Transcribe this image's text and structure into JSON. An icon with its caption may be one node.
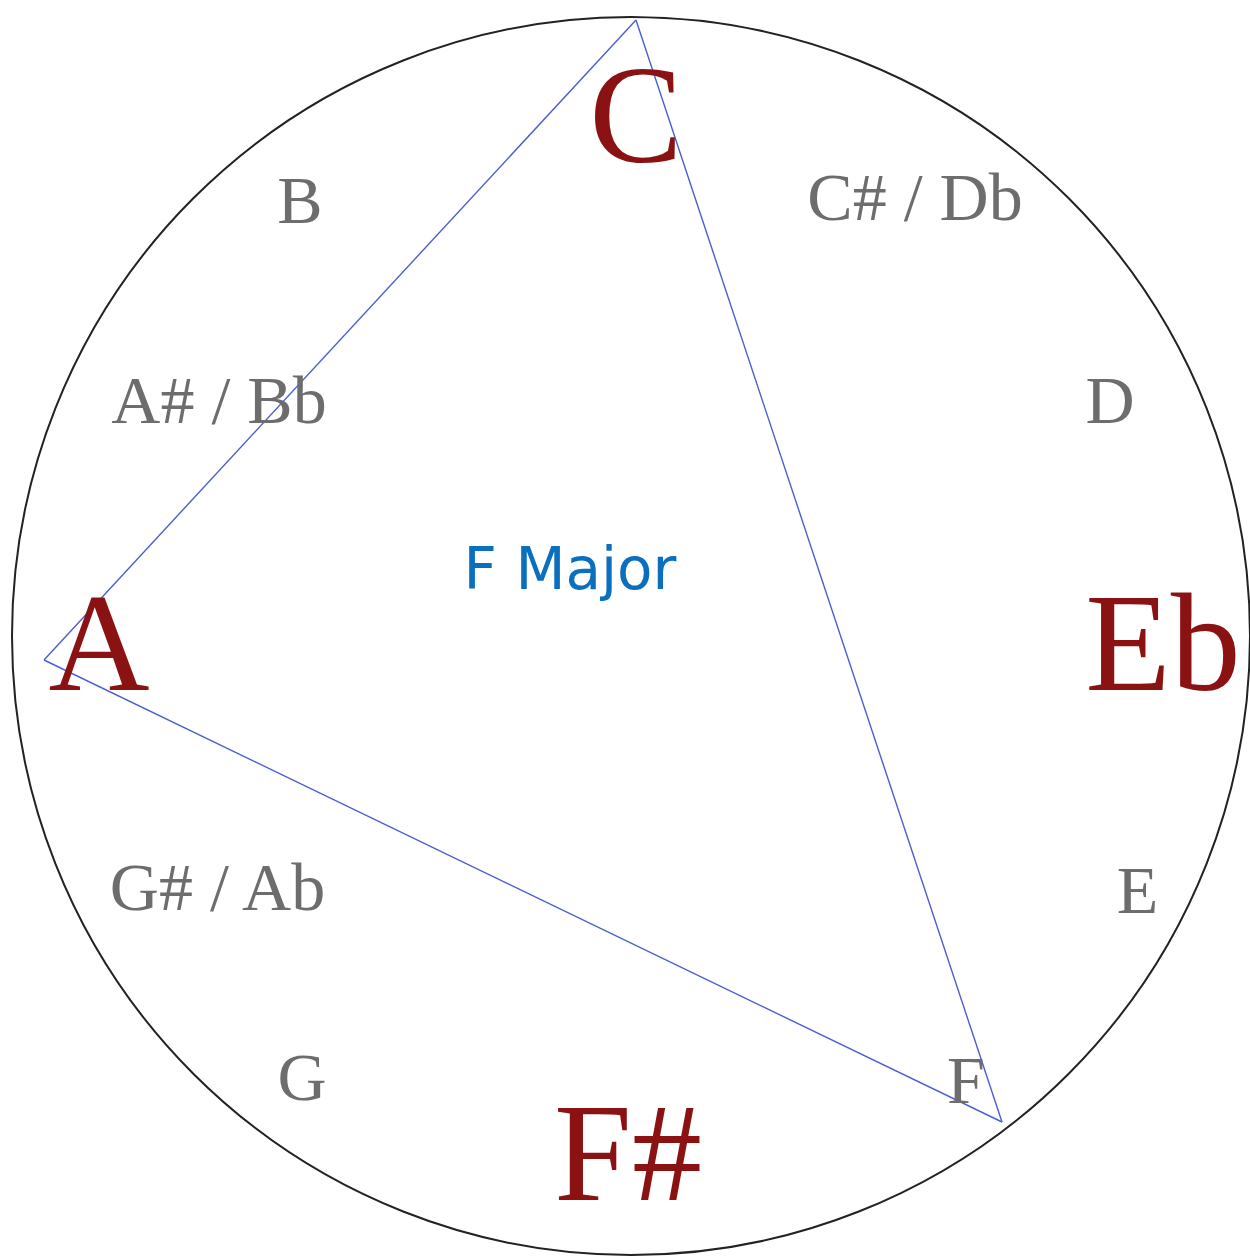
{
  "diagram": {
    "nodes": [
      {
        "text": [],
        "shape": "circle"
      },
      {
        "text": [
          "C"
        ],
        "in": 0
      },
      {
        "text": [
          "B"
        ],
        "in": 0
      },
      {
        "text": [
          "C# / Db"
        ],
        "in": 0
      },
      {
        "text": [
          "A# / Bb"
        ],
        "in": 0
      },
      {
        "text": [
          "D"
        ],
        "in": 0
      },
      {
        "text": [
          "A"
        ],
        "in": 0
      },
      {
        "text": [
          "Eb"
        ],
        "in": 0
      },
      {
        "text": [
          "G# / Ab"
        ],
        "in": 0
      },
      {
        "text": [
          "E"
        ],
        "in": 0
      },
      {
        "text": [
          "G"
        ],
        "in": 0
      },
      {
        "text": [
          "F"
        ],
        "in": 0
      },
      {
        "text": [
          "F#"
        ],
        "in": 0
      }
    ],
    "edges": [
      {
        "from": 1,
        "to": 6,
        "arrow": "none"
      },
      {
        "from": 6,
        "to": 11,
        "arrow": "none"
      },
      {
        "from": 11,
        "to": 1,
        "arrow": "none"
      }
    ],
    "labels": [
      "F Major"
    ]
  }
}
